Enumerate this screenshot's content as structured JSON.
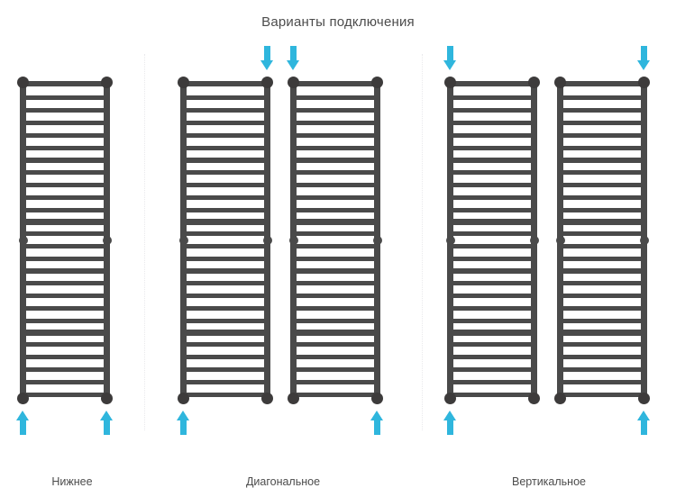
{
  "page": {
    "title": "Варианты подключения",
    "background_color": "#ffffff",
    "text_color": "#4c4c4c",
    "radiator_color": "#4a4a4a",
    "arrow_color": "#2fb6dd",
    "divider_color": "#e9e9ec"
  },
  "groups": [
    {
      "id": "nizhnee",
      "label": "Нижнее",
      "radiator_count": 1,
      "arrows": [
        {
          "direction": "up",
          "position": "bottom-left"
        },
        {
          "direction": "up",
          "position": "bottom-right"
        }
      ]
    },
    {
      "id": "diagonalnoe",
      "label": "Диагональное",
      "radiator_count": 2,
      "arrows": [
        {
          "direction": "up",
          "position": "bottom-left",
          "radiator": 1
        },
        {
          "direction": "down",
          "position": "top-right",
          "radiator": 1
        },
        {
          "direction": "down",
          "position": "top-left",
          "radiator": 2
        },
        {
          "direction": "up",
          "position": "bottom-right",
          "radiator": 2
        }
      ]
    },
    {
      "id": "vertikalnoe",
      "label": "Вертикальное",
      "radiator_count": 2,
      "arrows": [
        {
          "direction": "down",
          "position": "top-left",
          "radiator": 1
        },
        {
          "direction": "up",
          "position": "bottom-left",
          "radiator": 1
        },
        {
          "direction": "down",
          "position": "top-right",
          "radiator": 2
        },
        {
          "direction": "up",
          "position": "bottom-right",
          "radiator": 2
        }
      ]
    }
  ],
  "radiator": {
    "description": "towel-rail-ladder",
    "bands": [
      {
        "rungs": 6
      },
      {
        "rungs": 6
      },
      {
        "rungs": 5
      },
      {
        "rungs": 6
      },
      {
        "rungs": 6
      }
    ],
    "connector_nodes": 2
  }
}
